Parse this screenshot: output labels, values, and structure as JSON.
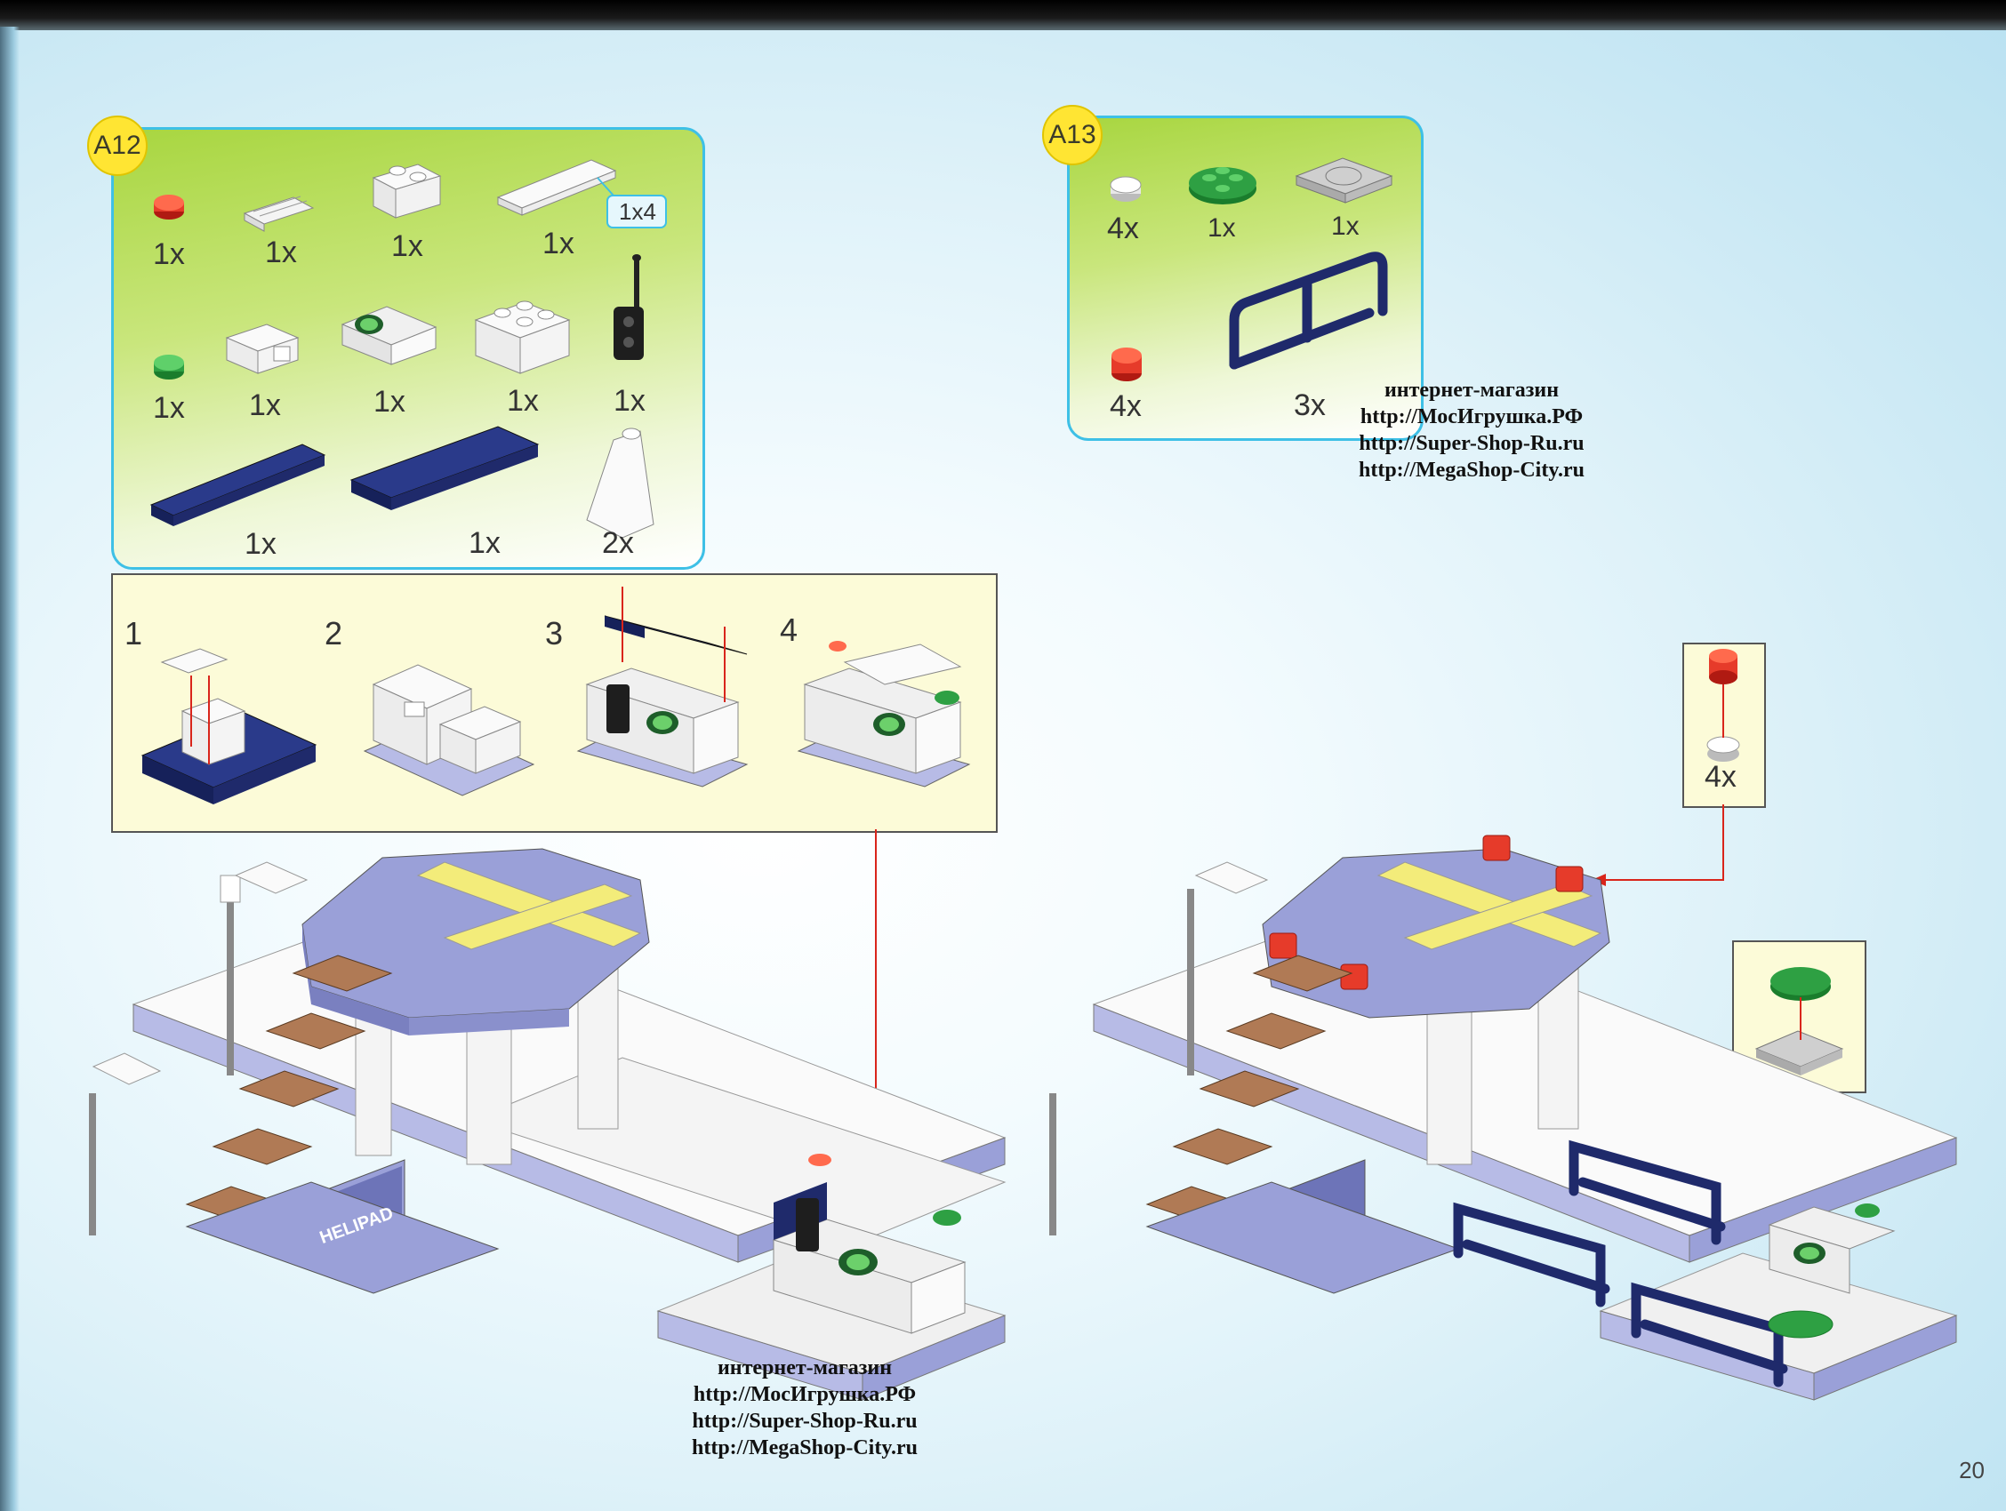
{
  "page_number": "20",
  "colors": {
    "panel_border": "#3ec0e6",
    "badge": "#ffe533",
    "arrow": "#d9251b",
    "navy": "#1f2a6b",
    "lavender": "#9aa0d8"
  },
  "panels": [
    {
      "step_label": "A12",
      "size_tag": "1x4",
      "parts": [
        {
          "icon": "red-round-stud",
          "qty": "1x"
        },
        {
          "icon": "white-grille-tile",
          "qty": "1x"
        },
        {
          "icon": "white-grille-brick",
          "qty": "1x"
        },
        {
          "icon": "white-tile-1x4",
          "qty": "1x"
        },
        {
          "icon": "green-round-stud",
          "qty": "1x"
        },
        {
          "icon": "white-clip-brick",
          "qty": "1x"
        },
        {
          "icon": "radar-console-slope",
          "qty": "1x"
        },
        {
          "icon": "white-brick-2x2",
          "qty": "1x"
        },
        {
          "icon": "walkie-talkie",
          "qty": "1x"
        },
        {
          "icon": "navy-plate-1x6",
          "qty": "1x"
        },
        {
          "icon": "navy-plate-2x6",
          "qty": "1x"
        },
        {
          "icon": "white-slope",
          "qty": "2x"
        }
      ]
    },
    {
      "step_label": "A13",
      "parts": [
        {
          "icon": "white-round-plate",
          "qty": "4x"
        },
        {
          "icon": "green-round-plate-2x2",
          "qty": "1x"
        },
        {
          "icon": "grey-turntable-plate",
          "qty": "1x"
        },
        {
          "icon": "red-round-stud",
          "qty": "4x"
        },
        {
          "icon": "navy-fence",
          "qty": "3x"
        }
      ]
    }
  ],
  "substeps": [
    "1",
    "2",
    "3",
    "4"
  ],
  "callout_qty": "4x",
  "helipad_sign": "HELIPAD",
  "shop_title": "интернет-магазин",
  "shop_links": [
    "http://МосИгрушка.РФ",
    "http://Super-Shop-Ru.ru",
    "http://MegaShop-City.ru"
  ]
}
